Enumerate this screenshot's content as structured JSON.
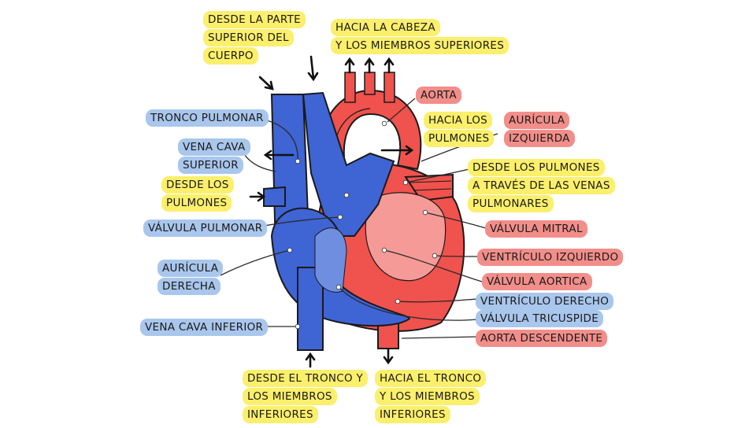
{
  "labels": {
    "desde_parte_superior": [
      "DESDE LA PARTE",
      "SUPERIOR DEL",
      "CUERPO"
    ],
    "hacia_cabeza": [
      "HACIA LA CABEZA",
      "Y LOS MIEMBROS SUPERIORES"
    ],
    "aorta": [
      "AORTA"
    ],
    "tronco_pulmonar": [
      "TRONCO PULMONAR"
    ],
    "hacia_pulmones": [
      "HACIA LOS",
      "PULMONES"
    ],
    "auricula_izquierda": [
      "AURÍCULA",
      "IZQUIERDA"
    ],
    "vena_cava_superior": [
      "VENA CAVA",
      "SUPERIOR"
    ],
    "desde_pulmones_venas": [
      "DESDE LOS PULMONES",
      "A TRAVÉS DE LAS VENAS",
      "PULMONARES"
    ],
    "desde_pulmones": [
      "DESDE LOS",
      "PULMONES"
    ],
    "valvula_pulmonar": [
      "VÁLVULA PULMONAR"
    ],
    "valvula_mitral": [
      "VÁLVULA MITRAL"
    ],
    "auricula_derecha": [
      "AURÍCULA",
      "DERECHA"
    ],
    "ventriculo_izquierdo": [
      "VENTRÍCULO IZQUIERDO"
    ],
    "valvula_aortica": [
      "VÁLVULA AORTICA"
    ],
    "ventriculo_derecho": [
      "VENTRÍCULO DERECHO"
    ],
    "vena_cava_inferior": [
      "VENA CAVA INFERIOR"
    ],
    "valvula_tricuspide": [
      "VÁLVULA TRICUSPIDE"
    ],
    "aorta_descendente": [
      "AORTA DESCENDENTE"
    ],
    "desde_tronco": [
      "DESDE EL TRONCO Y",
      "LOS MIEMBROS",
      "INFERIORES"
    ],
    "hacia_tronco": [
      "HACIA EL TRONCO",
      "Y LOS MIEMBROS",
      "INFERIORES"
    ]
  },
  "colors": {
    "oxygenated": "#f0524d",
    "deoxygenated": "#3f64d4",
    "yellow_tag": "#fbef6c",
    "blue_tag": "#a9c6ec",
    "red_tag": "#f28e8a"
  }
}
